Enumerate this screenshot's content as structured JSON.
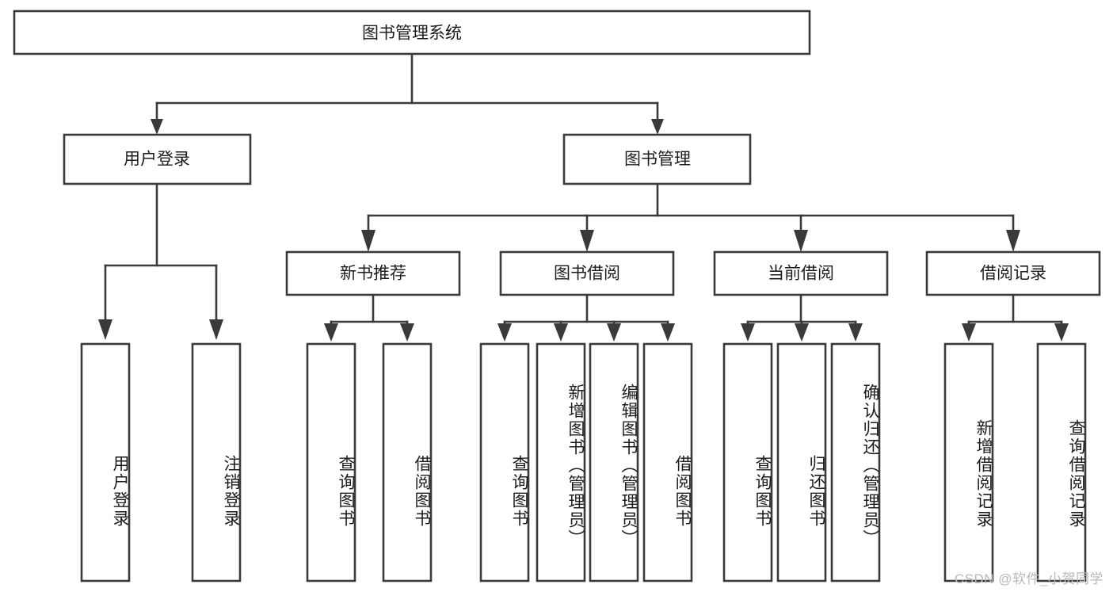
{
  "diagram": {
    "title": "图书管理系统",
    "type": "tree-hierarchy-diagram",
    "watermark": "CSDN @软件_小贺同学",
    "colors": {
      "background": "#ffffff",
      "box_fill": "#ffffff",
      "box_stroke": "#3a3a3a",
      "connector": "#3a3a3a",
      "text": "#1c1c1c",
      "watermark": "#b9b9b9"
    },
    "root": {
      "label": "图书管理系统"
    },
    "level2": [
      {
        "label": "用户登录"
      },
      {
        "label": "图书管理"
      }
    ],
    "level3": [
      {
        "label": "新书推荐"
      },
      {
        "label": "图书借阅"
      },
      {
        "label": "当前借阅"
      },
      {
        "label": "借阅记录"
      }
    ],
    "leaves": {
      "user_login": [
        {
          "label": "用户登录"
        },
        {
          "label": "注销登录"
        }
      ],
      "new_book_recommend": [
        {
          "label": "查询图书"
        },
        {
          "label": "借阅图书"
        }
      ],
      "book_borrow": [
        {
          "label": "查询图书"
        },
        {
          "label": "新增图书（管理员）"
        },
        {
          "label": "编辑图书（管理员）"
        },
        {
          "label": "借阅图书"
        }
      ],
      "current_borrow": [
        {
          "label": "查询图书"
        },
        {
          "label": "归还图书"
        },
        {
          "label": "确认归还（管理员）"
        }
      ],
      "borrow_record": [
        {
          "label": "新增借阅记录"
        },
        {
          "label": "查询借阅记录"
        }
      ]
    }
  }
}
